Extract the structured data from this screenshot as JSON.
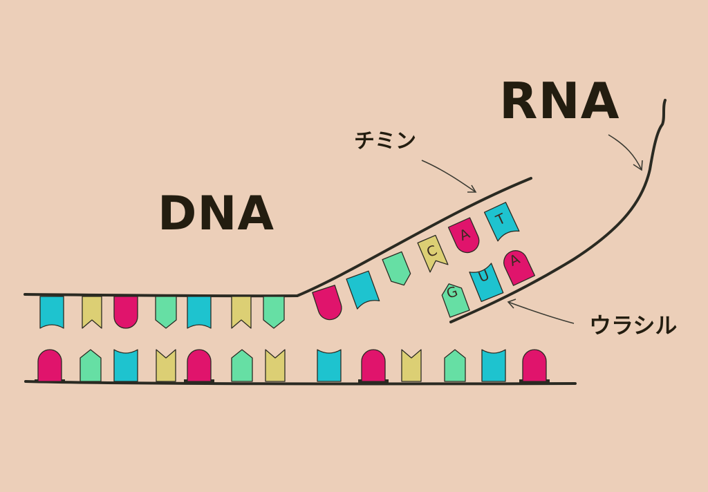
{
  "labels": {
    "dna": "DNA",
    "rna": "RNA",
    "thymine": "チミン",
    "uracil": "ウラシル"
  },
  "colors": {
    "background": "#eccfb9",
    "strand": "#2a2a22",
    "magenta": "#e0146c",
    "cyan": "#1ec3cf",
    "yellow": "#dccf74",
    "mint": "#66dfa4",
    "text": "#231d10"
  },
  "dna_strand_top_bases": [
    "cyan",
    "yellow",
    "magenta",
    "mint",
    "cyan",
    "yellow",
    "mint"
  ],
  "dna_strand_bottom_bases": [
    "magenta",
    "mint",
    "cyan",
    "yellow",
    "magenta",
    "mint",
    "yellow",
    "cyan",
    "magenta",
    "yellow",
    "mint",
    "cyan",
    "magenta"
  ],
  "dna_unwound_bases": [
    {
      "color": "magenta",
      "letter": ""
    },
    {
      "color": "cyan",
      "letter": ""
    },
    {
      "color": "mint",
      "letter": ""
    },
    {
      "color": "yellow",
      "letter": "C"
    },
    {
      "color": "magenta",
      "letter": "A"
    },
    {
      "color": "cyan",
      "letter": "T"
    }
  ],
  "rna_bases": [
    {
      "color": "mint",
      "letter": "G"
    },
    {
      "color": "cyan",
      "letter": "U"
    },
    {
      "color": "magenta",
      "letter": "A"
    }
  ]
}
